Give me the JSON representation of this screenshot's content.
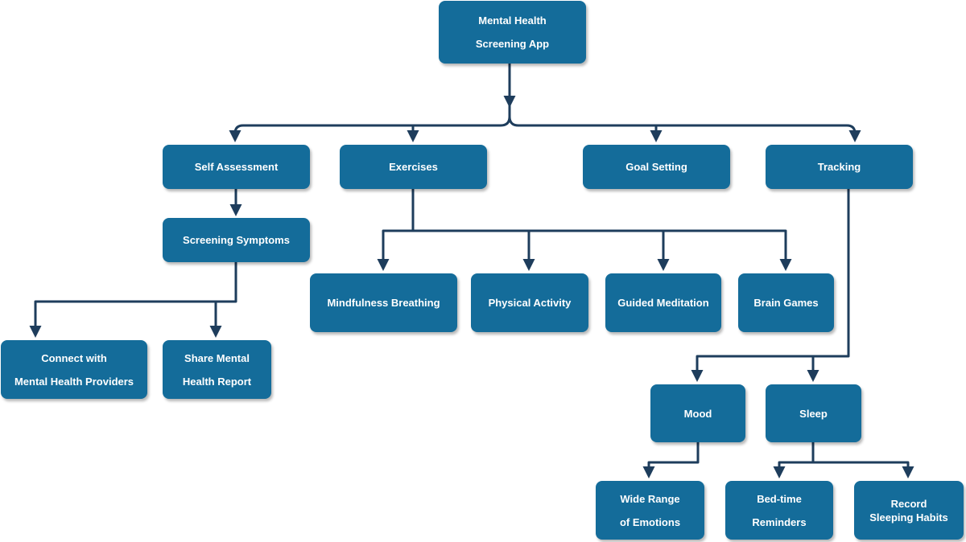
{
  "colors": {
    "node_fill": "#146c9a",
    "node_text": "#ffffff",
    "connector": "#1e3d5c"
  },
  "nodes": {
    "root": [
      "Mental Health",
      "Screening App"
    ],
    "self_assessment": [
      "Self Assessment"
    ],
    "exercises": [
      "Exercises"
    ],
    "goal_setting": [
      "Goal Setting"
    ],
    "tracking": [
      "Tracking"
    ],
    "screening_symptoms": [
      "Screening Symptoms"
    ],
    "connect_providers": [
      "Connect with",
      "Mental Health Providers"
    ],
    "share_report": [
      "Share Mental",
      "Health Report"
    ],
    "mindfulness_breathing": [
      "Mindfulness Breathing"
    ],
    "physical_activity": [
      "Physical Activity"
    ],
    "guided_meditation": [
      "Guided Meditation"
    ],
    "brain_games": [
      "Brain Games"
    ],
    "mood": [
      "Mood"
    ],
    "sleep": [
      "Sleep"
    ],
    "wide_range_emotions": [
      "Wide Range",
      "of Emotions"
    ],
    "bedtime_reminders": [
      "Bed-time",
      "Reminders"
    ],
    "record_sleeping_habits": [
      "Record",
      "Sleeping Habits"
    ]
  }
}
